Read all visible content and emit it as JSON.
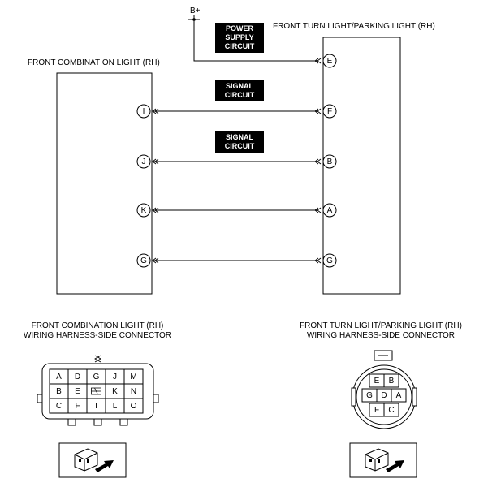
{
  "supply": {
    "label": "B+"
  },
  "left_unit": {
    "title": "FRONT COMBINATION LIGHT (RH)"
  },
  "right_unit": {
    "title": "FRONT TURN LIGHT/PARKING LIGHT (RH)"
  },
  "tags": {
    "power": [
      "POWER",
      "SUPPLY",
      "CIRCUIT"
    ],
    "signal1": [
      "SIGNAL",
      "CIRCUIT"
    ],
    "signal2": [
      "SIGNAL",
      "CIRCUIT"
    ]
  },
  "wires": [
    {
      "left": "",
      "right": "E"
    },
    {
      "left": "I",
      "right": "F"
    },
    {
      "left": "J",
      "right": "B"
    },
    {
      "left": "K",
      "right": "A"
    },
    {
      "left": "G",
      "right": "G"
    }
  ],
  "left_connector": {
    "title_line1": "FRONT COMBINATION LIGHT (RH)",
    "title_line2": "WIRING HARNESS-SIDE CONNECTOR",
    "rows": [
      [
        "A",
        "D",
        "G",
        "J",
        "M"
      ],
      [
        "B",
        "E",
        "",
        "K",
        "N"
      ],
      [
        "C",
        "F",
        "I",
        "L",
        "O"
      ]
    ]
  },
  "right_connector": {
    "title_line1": "FRONT TURN LIGHT/PARKING LIGHT (RH)",
    "title_line2": "WIRING HARNESS-SIDE CONNECTOR",
    "rows": [
      [
        "E",
        "B"
      ],
      [
        "G",
        "D",
        "A"
      ],
      [
        "F",
        "C"
      ]
    ]
  }
}
